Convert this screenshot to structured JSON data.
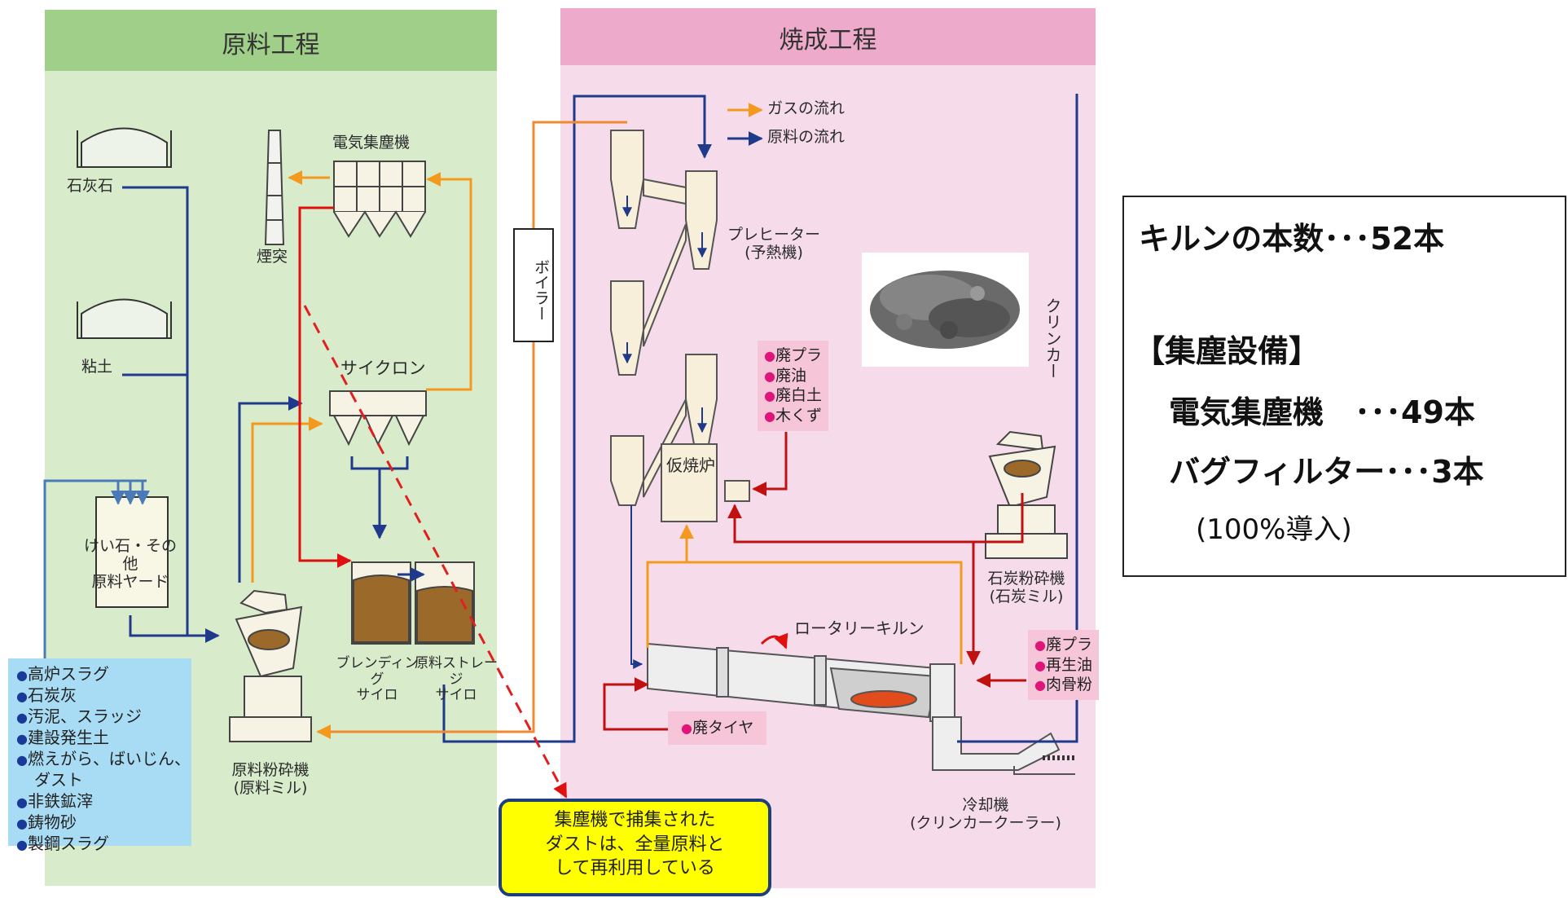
{
  "left_panel": {
    "title": "原料工程",
    "labels": {
      "limestone": "石灰石",
      "clay": "粘土",
      "silica": "けい石・その他\n原料ヤード",
      "ep": "電気集塵機",
      "stack": "煙突",
      "cyclone": "サイクロン",
      "blending": "ブレンディング\nサイロ",
      "storage": "原料ストレージ\nサイロ",
      "mill": "原料粉砕機\n(原料ミル)"
    },
    "waste_materials": [
      "高炉スラグ",
      "石炭灰",
      "汚泥、スラッジ",
      "建設発生土",
      "燃えがら、ばいじん、",
      "ダスト",
      "非鉄鉱滓",
      "鋳物砂",
      "製鋼スラグ"
    ]
  },
  "boiler_label": "ボイラー",
  "right_panel": {
    "title": "焼成工程",
    "legend": {
      "gas": "ガスの流れ",
      "material": "原料の流れ"
    },
    "labels": {
      "preheater": "プレヒーター\n(予熱機)",
      "calciner": "仮焼炉",
      "clinker": "クリンカー",
      "coal_mill": "石炭粉砕機\n(石炭ミル)",
      "kiln": "ロータリーキルン",
      "cooler": "冷却機\n(クリンカークーラー)"
    },
    "fuel_tag_1": [
      "廃プラ",
      "廃油",
      "廃白土",
      "木くず"
    ],
    "fuel_tag_2": [
      "廃プラ",
      "再生油",
      "肉骨粉"
    ],
    "tire_tag": "廃タイヤ"
  },
  "callout": "集塵機で捕集された\nダストは、全量原料と\nして再利用している",
  "info": {
    "kiln_count": "キルンの本数･･･52本",
    "dust_heading": "【集塵設備】",
    "ep_count": "電気集塵機　･･･49本",
    "bag_count": "バグフィルター･･･3本",
    "note": "(100%導入)"
  },
  "colors": {
    "left_bg": "#d8eccc",
    "left_header": "#9fcf88",
    "right_bg": "#f6dceb",
    "right_header": "#eeaacb",
    "gas": "#f39a1e",
    "material": "#1f3a8a",
    "red": "#e01010",
    "dust_arrow": "#e02020"
  }
}
